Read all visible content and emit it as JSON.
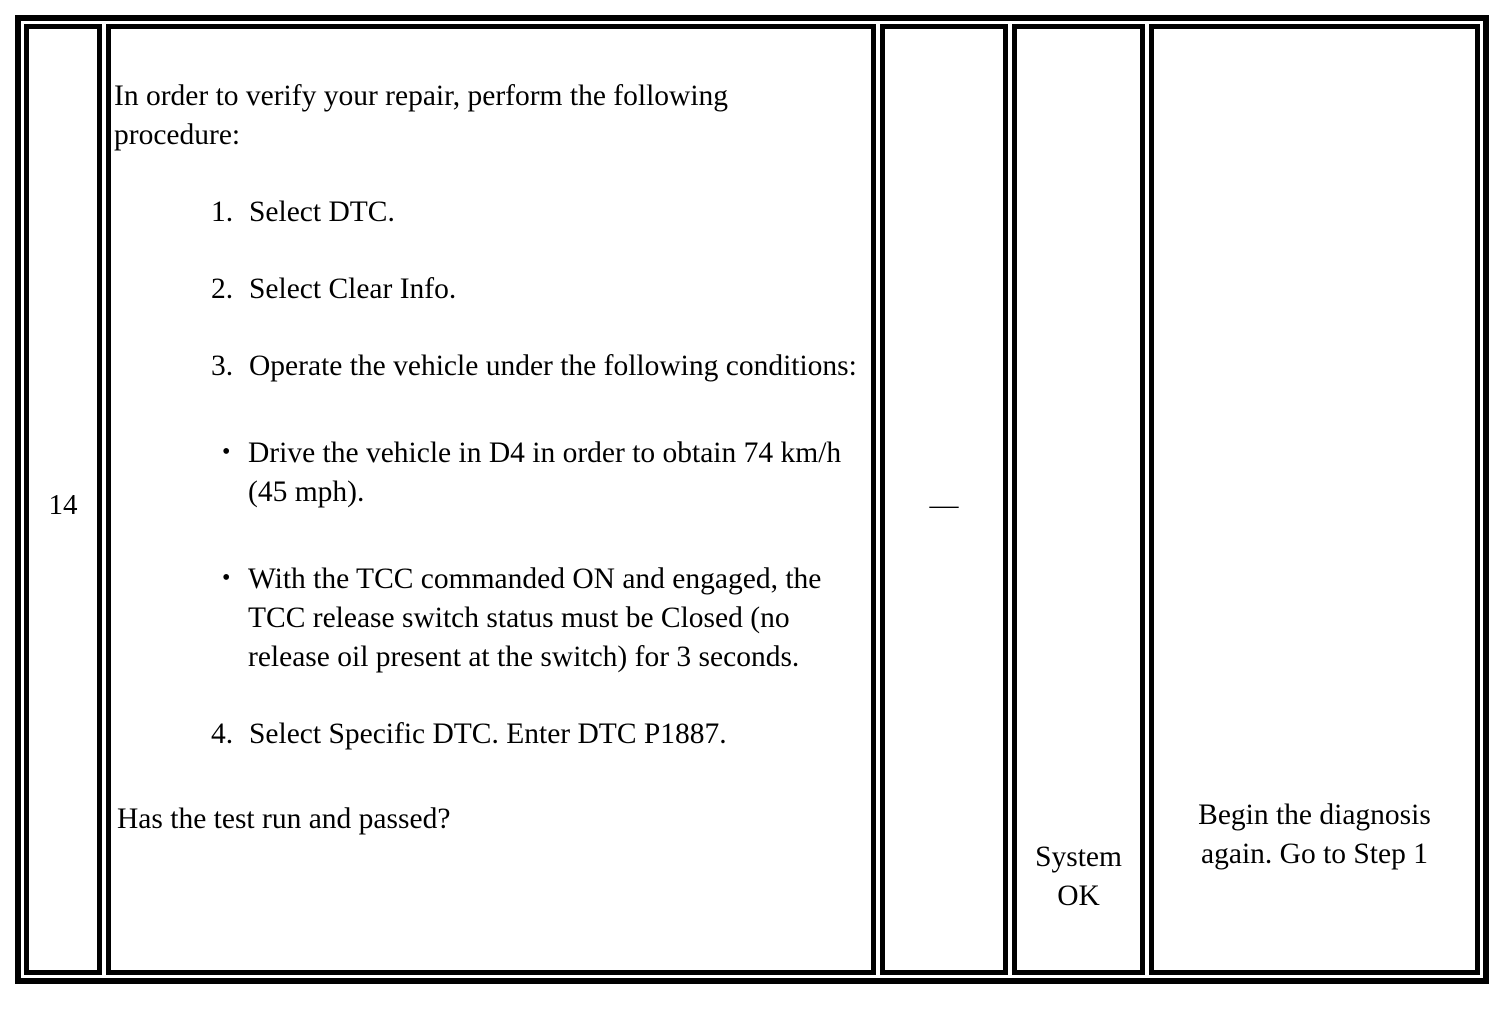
{
  "document": {
    "type": "diagnostic-procedure-table",
    "row_label": "Step 14"
  },
  "table": {
    "columns": [
      {
        "key": "step",
        "name": "step-number-column"
      },
      {
        "key": "action",
        "name": "action-column"
      },
      {
        "key": "value",
        "name": "value-column"
      },
      {
        "key": "yes",
        "name": "yes-column"
      },
      {
        "key": "no",
        "name": "no-column"
      }
    ],
    "row": {
      "step": "14",
      "action": {
        "intro": "In order to verify your repair, perform the following procedure:",
        "steps": [
          {
            "num": "1.",
            "text": "Select DTC."
          },
          {
            "num": "2.",
            "text": "Select Clear Info."
          },
          {
            "num": "3.",
            "text": "Operate the vehicle under the following conditions:"
          }
        ],
        "bullets": [
          "Drive the vehicle in D4 in order to obtain 74  km/h (45  mph).",
          "With the TCC commanded ON and engaged, the TCC release switch status must be Closed (no release oil present at the switch) for 3  seconds."
        ],
        "final_step": {
          "num": "4.",
          "text": "Select Specific DTC. Enter DTC P1887."
        },
        "question": "Has the test run and passed?"
      },
      "value": "—",
      "yes": {
        "line1": "System",
        "line2": "OK"
      },
      "no": {
        "line1": "Begin the diagnosis",
        "line2": "again. Go to Step 1"
      }
    }
  }
}
